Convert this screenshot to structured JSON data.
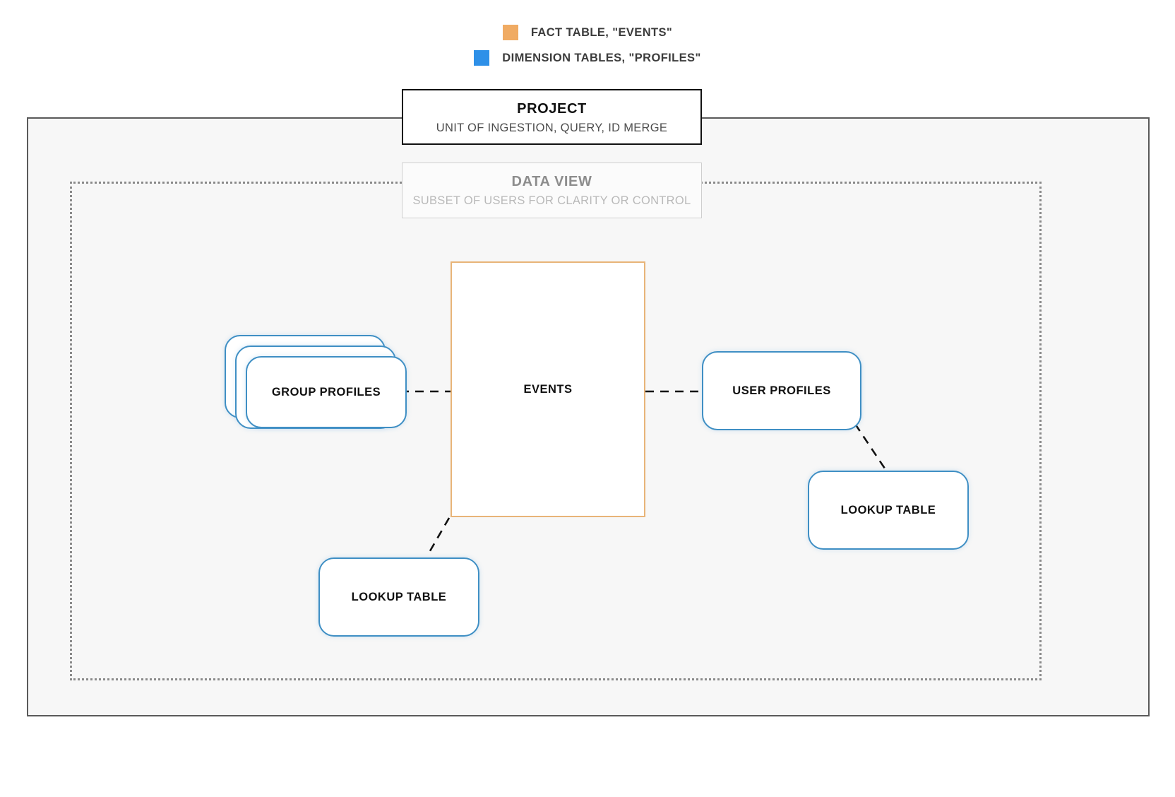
{
  "legend": {
    "items": [
      {
        "icon": "orange-square-swatch",
        "color": "#f0ab63",
        "label": "FACT TABLE, \"EVENTS\""
      },
      {
        "icon": "blue-square-swatch",
        "color": "#2e90e8",
        "label": "DIMENSION TABLES, \"PROFILES\""
      }
    ]
  },
  "containers": {
    "project": {
      "title": "PROJECT",
      "subtitle": "UNIT OF INGESTION, QUERY, ID MERGE",
      "border_color": "#111111"
    },
    "data_view": {
      "title": "DATA VIEW",
      "subtitle": "SUBSET OF USERS FOR CLARITY OR CONTROL",
      "border_color": "#cfcfcf"
    }
  },
  "nodes": {
    "fact_table": {
      "label": "EVENTS",
      "color": "#e8b478"
    },
    "group_profiles": {
      "label": "GROUP PROFILES",
      "color": "#3f8fc4",
      "stacked": 3
    },
    "user_profiles": {
      "label": "USER PROFILES",
      "color": "#3f8fc4"
    },
    "lookup_table_right": {
      "label": "LOOKUP TABLE",
      "color": "#3f8fc4"
    },
    "lookup_table_left": {
      "label": "LOOKUP TABLE",
      "color": "#3f8fc4"
    }
  },
  "edges": [
    {
      "name": "group-profiles-to-events",
      "style": "dashed",
      "color": "#111111"
    },
    {
      "name": "events-to-user-profiles",
      "style": "dashed",
      "color": "#111111"
    },
    {
      "name": "user-profiles-to-lookup-table-right",
      "style": "dashed",
      "color": "#111111"
    },
    {
      "name": "events-to-lookup-table-left",
      "style": "dashed",
      "color": "#111111"
    }
  ]
}
